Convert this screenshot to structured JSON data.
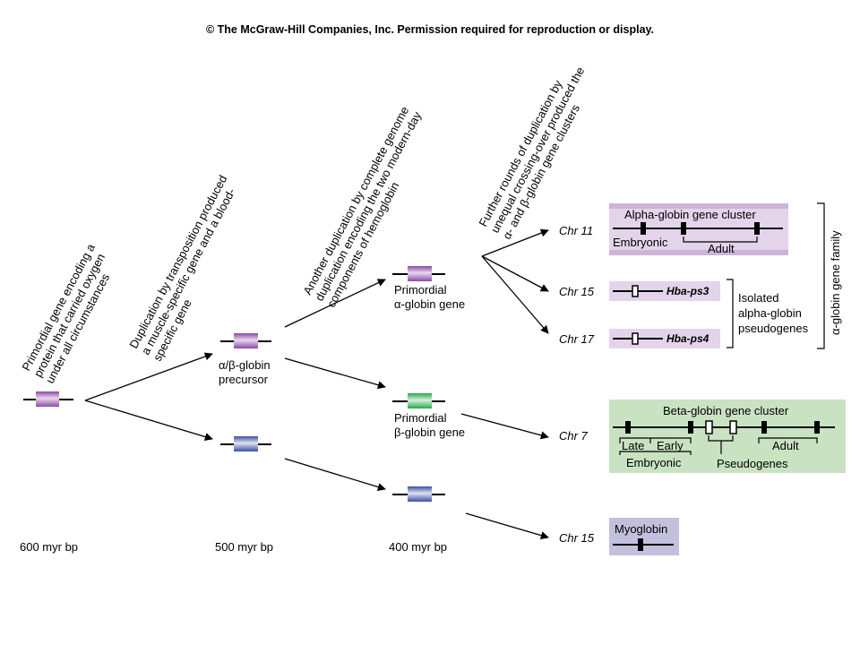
{
  "copyright": "© The McGraw-Hill Companies, Inc. Permission required for reproduction or display.",
  "times": {
    "t600": "600 myr bp",
    "t500": "500 myr bp",
    "t400": "400 myr bp"
  },
  "annotations": {
    "a1": [
      "Primordial gene encoding a",
      "protein that carried oxygen",
      "under all circumstances"
    ],
    "a2": [
      "Duplication by transposition produced",
      "a muscle-specific gene and a blood-",
      "specific gene"
    ],
    "a3": [
      "Another duplication by complete genome",
      "duplication encoding the two modern-day",
      "components of hemoglobin"
    ],
    "a4": [
      "Further rounds of duplication by",
      "unequal crossing-over produced the",
      "α- and β-globin gene clusters"
    ]
  },
  "labels": {
    "ab_precursor": [
      "α/β-globin",
      "precursor"
    ],
    "primordial_alpha": [
      "Primordial",
      "α-globin gene"
    ],
    "primordial_beta": [
      "Primordial",
      "β-globin gene"
    ]
  },
  "chromosomes": {
    "chr11": "Chr 11",
    "chr15a": "Chr 15",
    "chr17": "Chr 17",
    "chr7": "Chr 7",
    "chr15b": "Chr 15"
  },
  "alpha_cluster": {
    "title": "Alpha-globin gene cluster",
    "embryonic": "Embryonic",
    "adult": "Adult"
  },
  "pseudogenes": {
    "ps3": "Hba-ps3",
    "ps4": "Hba-ps4",
    "label": [
      "Isolated",
      "alpha-globin",
      "pseudogenes"
    ]
  },
  "alpha_family": "α-globin gene family",
  "beta_cluster": {
    "title": "Beta-globin gene cluster",
    "late": "Late",
    "early": "Early",
    "embryonic": "Embryonic",
    "adult": "Adult",
    "pseudogenes": "Pseudogenes"
  },
  "myoglobin": "Myoglobin",
  "colors": {
    "purple": "#8b4aa3",
    "green": "#27a84e",
    "blue": "#3b4fa0",
    "alpha_bg": "#e4d4ea",
    "beta_bg": "#c9e3c2",
    "myo_bg": "#c2c0dd"
  }
}
